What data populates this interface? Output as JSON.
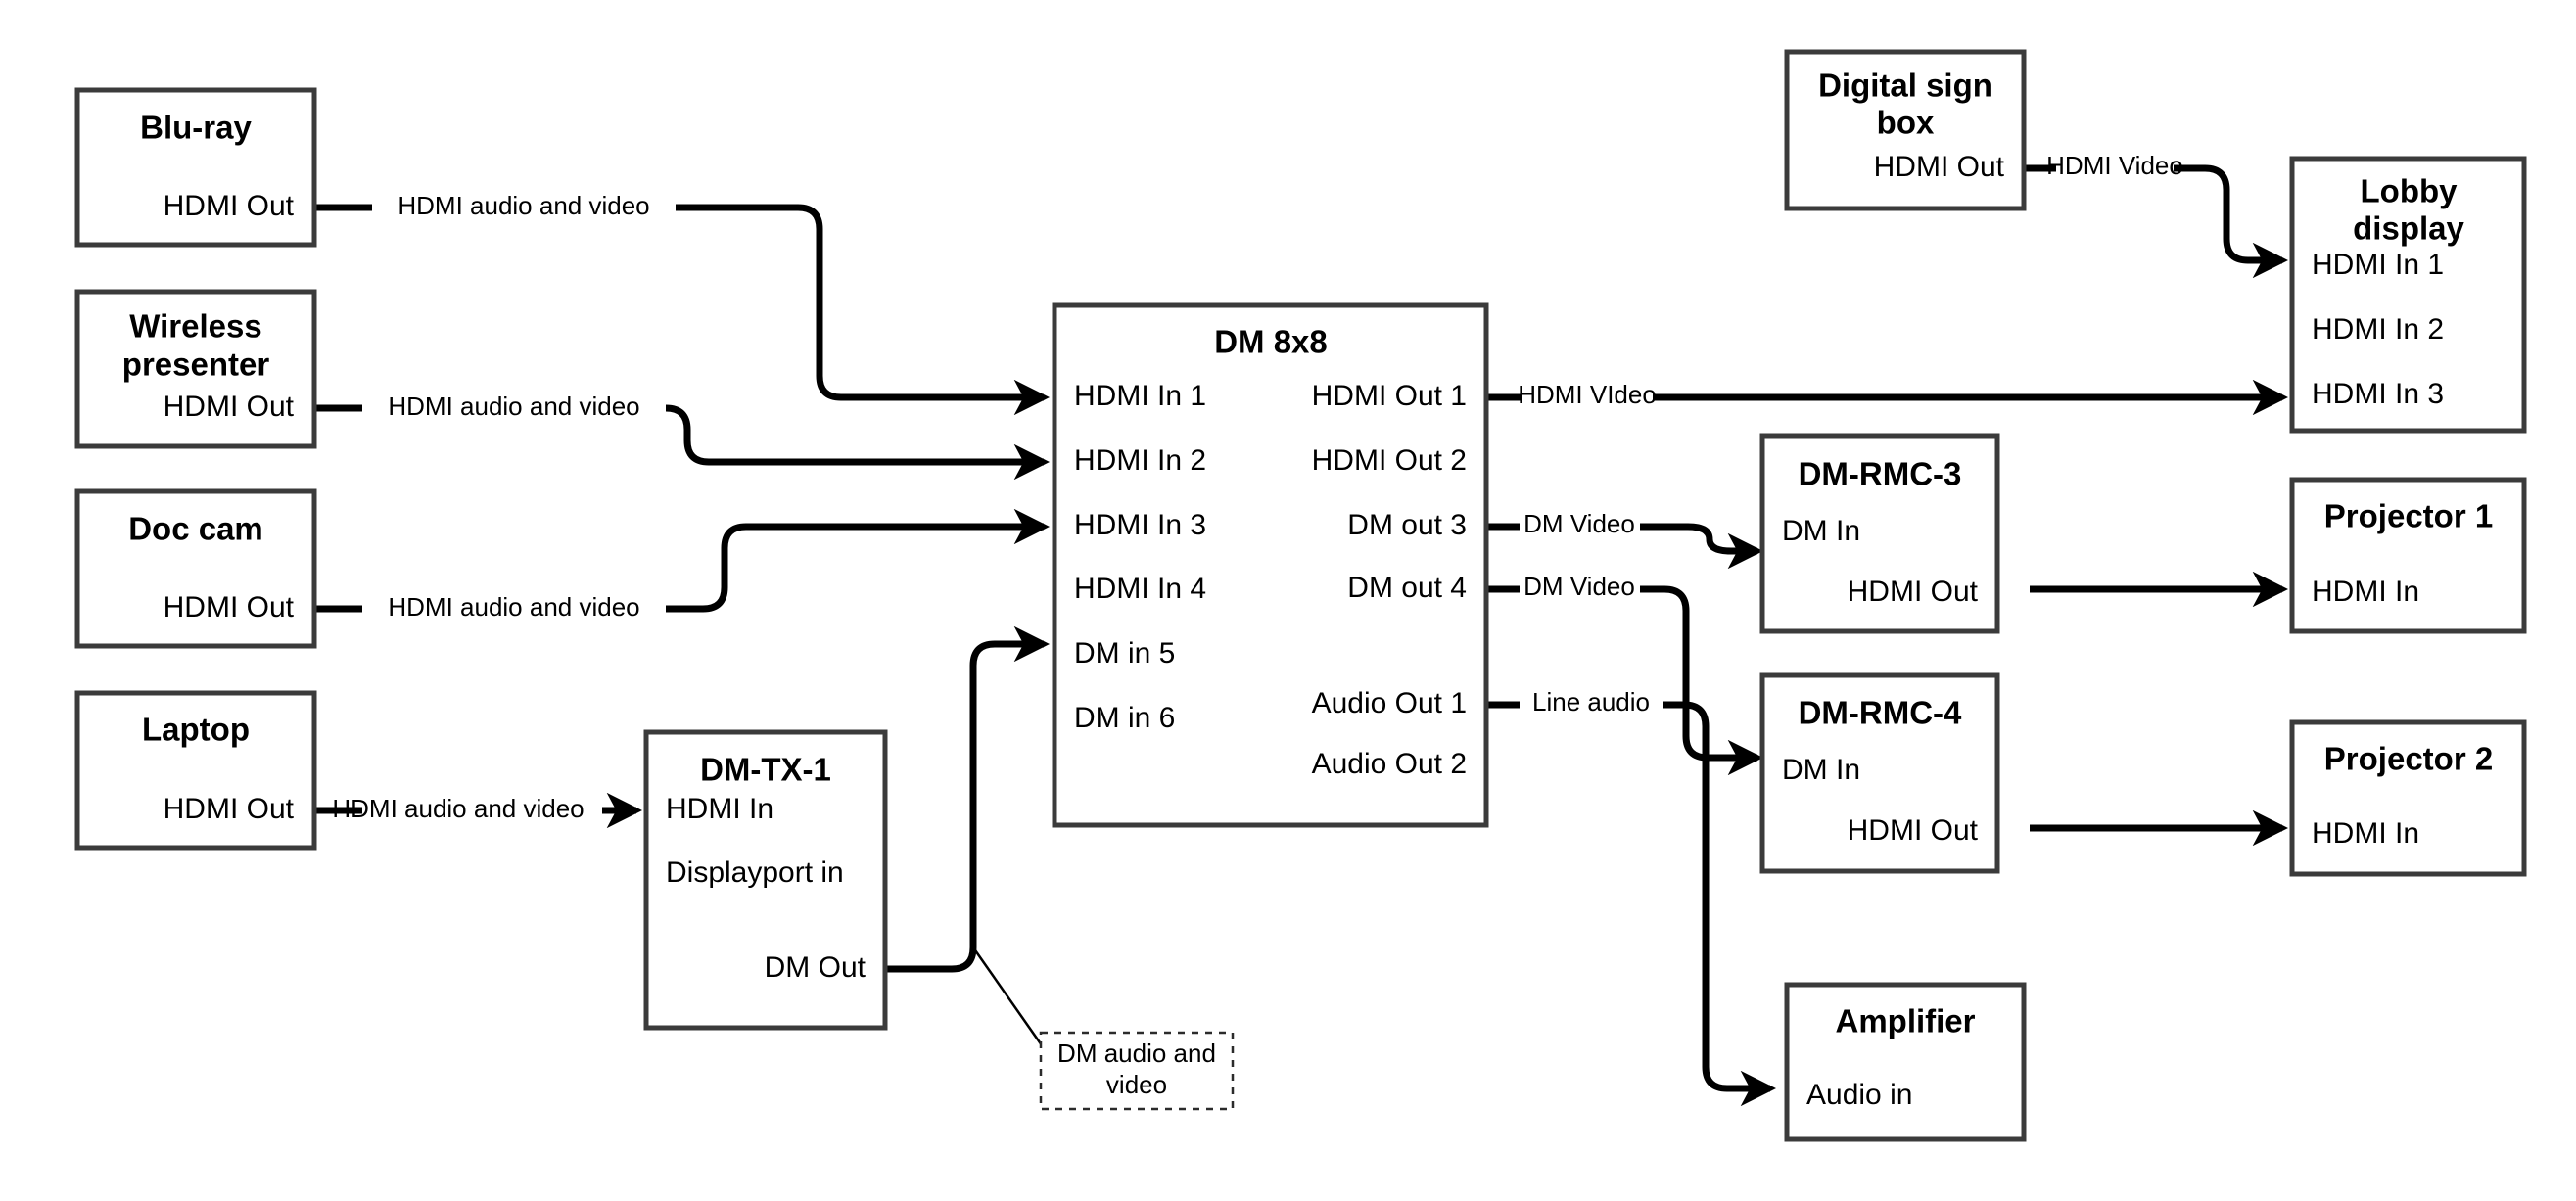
{
  "diagram": {
    "title": "AV Signal Flow Diagram",
    "background_color": "#ffffff",
    "line_color": "#000000",
    "box_stroke_color": "#3b3b3b"
  },
  "devices": {
    "bluray": {
      "title": "Blu-ray",
      "ports_right": [
        "HDMI Out"
      ]
    },
    "wireless_presenter": {
      "title_line1": "Wireless",
      "title_line2": "presenter",
      "ports_right": [
        "HDMI Out"
      ]
    },
    "doc_cam": {
      "title": "Doc cam",
      "ports_right": [
        "HDMI Out"
      ]
    },
    "laptop": {
      "title": "Laptop",
      "ports_right": [
        "HDMI Out"
      ]
    },
    "dm_tx_1": {
      "title": "DM-TX-1",
      "ports_left": [
        "HDMI In",
        "Displayport in"
      ],
      "ports_right": [
        "DM Out"
      ]
    },
    "dm_8x8": {
      "title": "DM 8x8",
      "ports_left": [
        "HDMI In 1",
        "HDMI In 2",
        "HDMI In 3",
        "HDMI In 4",
        "DM in 5",
        "DM in 6"
      ],
      "ports_right": [
        "HDMI Out 1",
        "HDMI Out 2",
        "DM out 3",
        "DM out 4",
        "Audio Out 1",
        "Audio Out 2"
      ]
    },
    "digital_sign_box": {
      "title_line1": "Digital sign",
      "title_line2": "box",
      "ports_right": [
        "HDMI Out"
      ]
    },
    "lobby_display": {
      "title_line1": "Lobby",
      "title_line2": "display",
      "ports_left": [
        "HDMI In 1",
        "HDMI In 2",
        "HDMI In 3"
      ]
    },
    "dm_rmc_3": {
      "title": "DM-RMC-3",
      "ports_left": [
        "DM In"
      ],
      "ports_right": [
        "HDMI Out"
      ]
    },
    "dm_rmc_4": {
      "title": "DM-RMC-4",
      "ports_left": [
        "DM In"
      ],
      "ports_right": [
        "HDMI Out"
      ]
    },
    "projector_1": {
      "title": "Projector 1",
      "ports_left": [
        "HDMI In"
      ]
    },
    "projector_2": {
      "title": "Projector 2",
      "ports_left": [
        "HDMI In"
      ]
    },
    "amplifier": {
      "title": "Amplifier",
      "ports_left": [
        "Audio in"
      ]
    }
  },
  "connections": [
    {
      "id": "bluray-to-dm-in-1",
      "label": "HDMI audio and video",
      "from": "Blu-ray HDMI Out",
      "to": "DM 8x8 HDMI In 1"
    },
    {
      "id": "wireless-to-dm-in-2",
      "label": "HDMI audio and video",
      "from": "Wireless presenter HDMI Out",
      "to": "DM 8x8 HDMI In 2"
    },
    {
      "id": "doccam-to-dm-in-3",
      "label": "HDMI audio and video",
      "from": "Doc cam HDMI Out",
      "to": "DM 8x8 HDMI In 3"
    },
    {
      "id": "laptop-to-dmtx1",
      "label": "HDMI audio and video",
      "from": "Laptop HDMI Out",
      "to": "DM-TX-1 HDMI In"
    },
    {
      "id": "dmtx1-to-dm-in-5",
      "label": "DM audio and video",
      "from": "DM-TX-1 DM Out",
      "to": "DM 8x8 DM in 5"
    },
    {
      "id": "dm-out1-to-lobby-in3",
      "label": "HDMI VIdeo",
      "from": "DM 8x8 HDMI Out 1",
      "to": "Lobby display HDMI In 3"
    },
    {
      "id": "dm-out3-to-rmc3",
      "label": "DM Video",
      "from": "DM 8x8 DM out 3",
      "to": "DM-RMC-3 DM In"
    },
    {
      "id": "dm-out4-to-rmc4",
      "label": "DM Video",
      "from": "DM 8x8 DM out 4",
      "to": "DM-RMC-4 DM In"
    },
    {
      "id": "dm-audio1-to-amp",
      "label": "Line audio",
      "from": "DM 8x8 Audio Out 1",
      "to": "Amplifier Audio in"
    },
    {
      "id": "signbox-to-lobby-in1",
      "label": "HDMI Video",
      "from": "Digital sign box HDMI Out",
      "to": "Lobby display HDMI In 1"
    },
    {
      "id": "rmc3-to-projector1",
      "label": "",
      "from": "DM-RMC-3 HDMI Out",
      "to": "Projector 1 HDMI In"
    },
    {
      "id": "rmc4-to-projector2",
      "label": "",
      "from": "DM-RMC-4 HDMI Out",
      "to": "Projector 2 HDMI In"
    }
  ],
  "cable_labels": {
    "bluray": "HDMI audio and video",
    "wireless": "HDMI audio and video",
    "doccam": "HDMI audio and video",
    "laptop": "HDMI audio and video",
    "hdmi_video_out1": "HDMI VIdeo",
    "dm_video_3": "DM Video",
    "dm_video_4": "DM Video",
    "line_audio": "Line audio",
    "sign_hdmi_video": "HDMI Video"
  },
  "annotation": {
    "dm_note_line1": "DM audio and",
    "dm_note_line2": "video"
  }
}
